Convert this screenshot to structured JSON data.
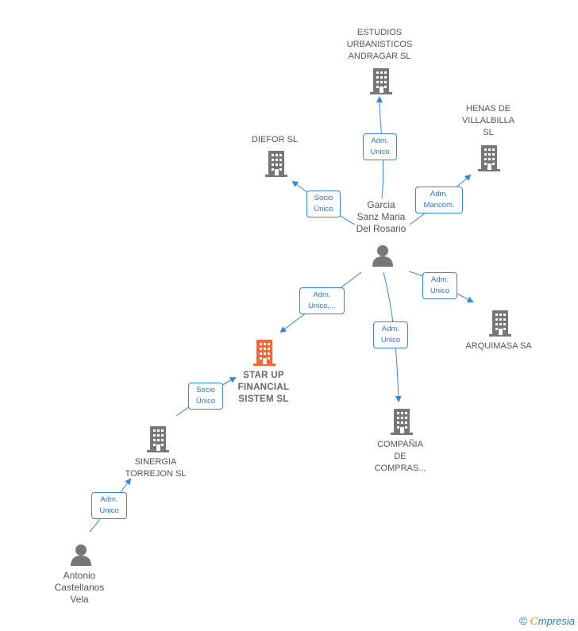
{
  "nodes": {
    "estudios": {
      "label": "ESTUDIOS\nURBANISTICOS\nANDRAGAR  SL",
      "type": "company"
    },
    "henas": {
      "label": "HENAS DE\nVILLALBILLA\nSL",
      "type": "company"
    },
    "diefor": {
      "label": "DIEFOR SL",
      "type": "company"
    },
    "garcia": {
      "label": "Garcia\nSanz Maria\nDel Rosario",
      "type": "person"
    },
    "arquimasa": {
      "label": "ARQUIMASA SA",
      "type": "company"
    },
    "starup": {
      "label": "STAR UP\nFINANCIAL\nSISTEM  SL",
      "type": "company-focus"
    },
    "compania": {
      "label": "COMPAÑIA\nDE\nCOMPRAS...",
      "type": "company"
    },
    "sinergia": {
      "label": "SINERGIA\nTORREJON  SL",
      "type": "company"
    },
    "antonio": {
      "label": "Antonio\nCastellanos\nVela",
      "type": "person"
    }
  },
  "edges": {
    "garcia_estudios": "Adm.\nUnico",
    "garcia_henas": "Adm.\nMancom.",
    "garcia_diefor": "Socio\nÚnico",
    "garcia_starup": "Adm.\nUnico,...",
    "garcia_arquimasa": "Adm.\nUnico",
    "garcia_compania": "Adm.\nUnico",
    "sinergia_starup": "Socio\nÚnico",
    "antonio_sinergia": "Adm.\nUnico"
  },
  "colors": {
    "edge": "#3d85d8",
    "company": "#777777",
    "focus": "#f26a3b",
    "person": "#777777"
  },
  "footer": {
    "copyright": "©",
    "brand_initial": "C",
    "brand_rest": "mpresia"
  }
}
